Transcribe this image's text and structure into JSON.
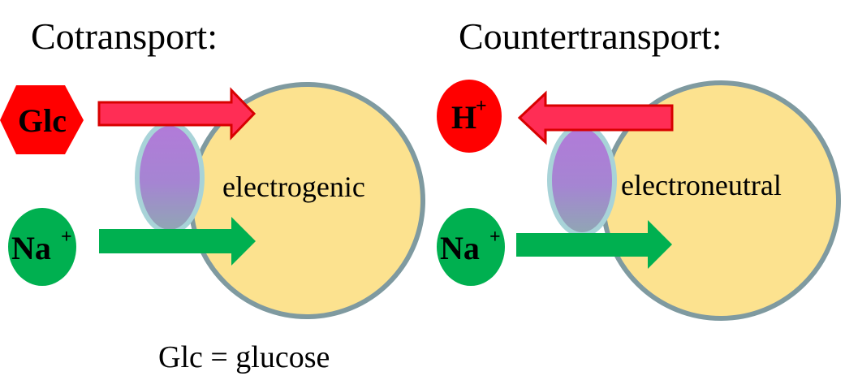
{
  "panels": {
    "cotransport": {
      "title": "Cotransport:",
      "cell_label": "electrogenic",
      "molecule_top": "Glc",
      "ion_bottom": "Na",
      "ion_bottom_charge": "+"
    },
    "countertransport": {
      "title": "Countertransport:",
      "cell_label": "electroneutral",
      "ion_top": "H",
      "ion_top_charge": "+",
      "ion_bottom": "Na",
      "ion_bottom_charge": "+"
    }
  },
  "caption": "Glc = glucose",
  "colors": {
    "cell_fill": "#fce28f",
    "cell_stroke": "#7f9aa0",
    "red_particle": "#ff0000",
    "green_particle": "#00b050",
    "red_arrow": "#ff2d55",
    "green_arrow": "#00b050",
    "transporter_top": "#b27ad9",
    "transporter_bottom": "#8fa7b3"
  }
}
